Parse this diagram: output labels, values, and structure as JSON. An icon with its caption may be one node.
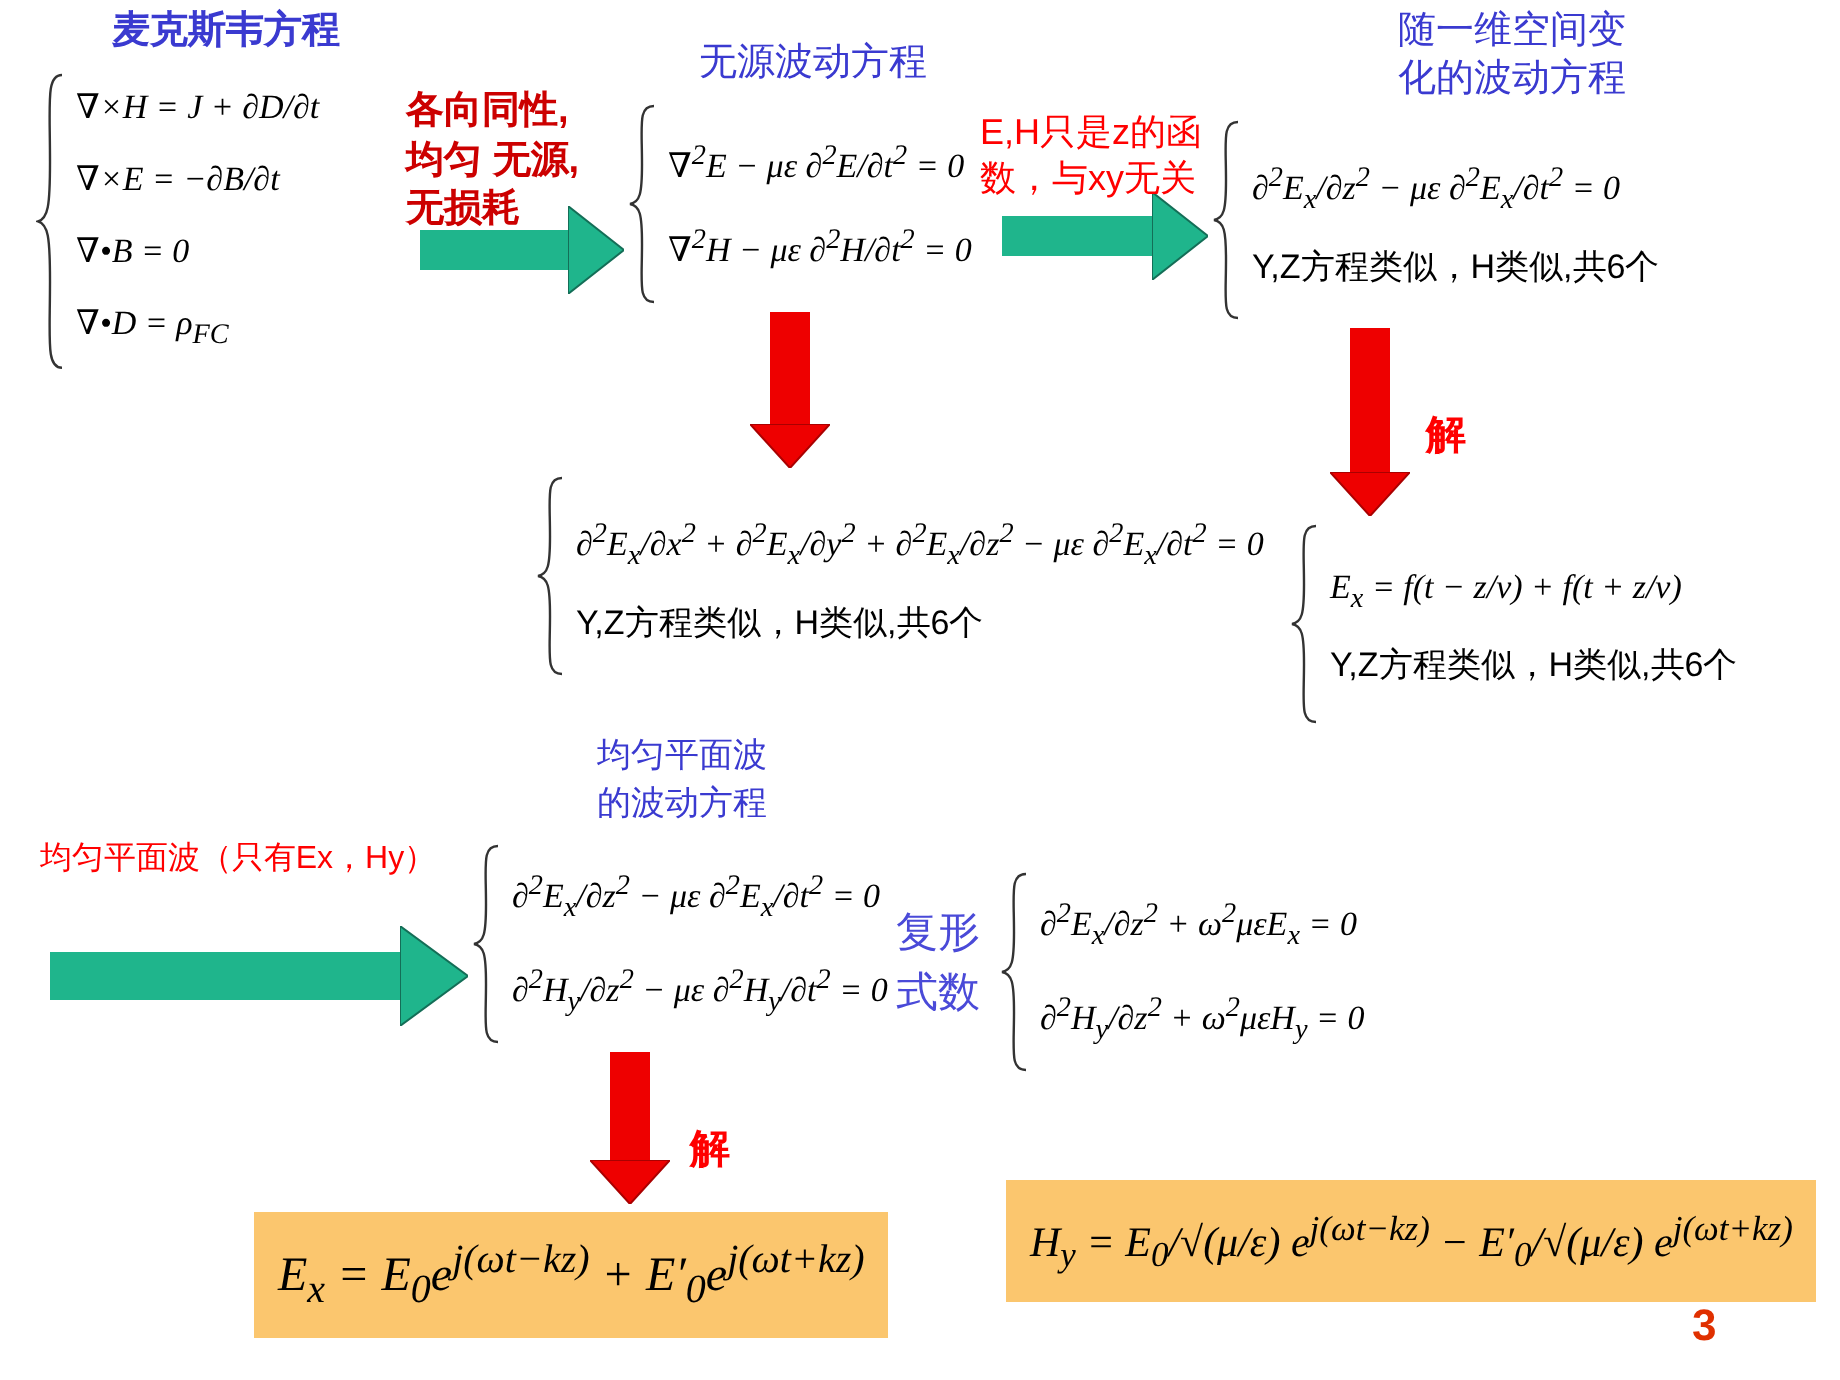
{
  "diagram": {
    "nodes": [
      {
        "text": [
          "麦克斯韦方程",
          "∇×H = J + ∂D/∂t",
          "∇×E = −∂B/∂t",
          "∇•B = 0",
          "∇•D = ρ$_{FC}$"
        ]
      },
      {
        "text": [
          "无源波动方程",
          "∇$^{2}$E − με ∂$^{2}$E/∂t$^{2}$ = 0",
          "∇$^{2}$H − με ∂$^{2}$H/∂t$^{2}$ = 0"
        ]
      },
      {
        "text": [
          "随一维空间变化的波动方程",
          "∂$^{2}$E$_{x}$/∂z$^{2}$ − με ∂$^{2}$E$_{x}$/∂t$^{2}$ = 0",
          "Y,Z方程类似，H类似,共6个"
        ]
      },
      {
        "text": [
          "∂$^{2}$E$_{x}$/∂x$^{2}$ + ∂$^{2}$E$_{x}$/∂y$^{2}$ + ∂$^{2}$E$_{x}$/∂z$^{2}$ − με ∂$^{2}$E$_{x}$/∂t$^{2}$ = 0",
          "Y,Z方程类似，H类似,共6个"
        ]
      },
      {
        "text": [
          "E$_{x}$ = f(t − z/v) + f(t + z/v)",
          "Y,Z方程类似，H类似,共6个"
        ]
      },
      {
        "text": [
          "均匀平面波的波动方程",
          "∂$^{2}$E$_{x}$/∂z$^{2}$ − με ∂$^{2}$E$_{x}$/∂t$^{2}$ = 0",
          "∂$^{2}$H$_{y}$/∂z$^{2}$ − με ∂$^{2}$H$_{y}$/∂t$^{2}$ = 0"
        ]
      },
      {
        "text": [
          "∂$^{2}$E$_{x}$/∂z$^{2}$ + ω$^{2}$μεE$_{x}$ = 0",
          "∂$^{2}$H$_{y}$/∂z$^{2}$ + ω$^{2}$μεH$_{y}$ = 0"
        ],
        "beside": [
          "复形式数"
        ]
      },
      {
        "text": [
          "E$_{x}$ = E$_{0}$e$^{j(ωt−kz)}$ + E′$_{0}$e$^{j(ωt+kz)}$"
        ]
      },
      {
        "text": [
          "H$_{y}$ = E$_{0}$/√(μ/ε) e$^{j(ωt−kz)}$ − E′$_{0}$/√(μ/ε) e$^{j(ωt+kz)}$"
        ]
      }
    ],
    "edges": [
      {
        "from": 0,
        "to": 1,
        "arrow": "to",
        "label": "各向同性,均匀 无源,无损耗"
      },
      {
        "from": 1,
        "to": 2,
        "arrow": "to",
        "label": "E,H只是z的函数，与xy无关"
      },
      {
        "from": 1,
        "to": 3,
        "arrow": "to",
        "color": "#ee0000"
      },
      {
        "from": 2,
        "to": 4,
        "arrow": "to",
        "label": "解",
        "color": "#ee0000"
      },
      {
        "from": null,
        "to": 5,
        "arrow": "to",
        "label": "均匀平面波（只有Ex，Hy）"
      },
      {
        "from": 5,
        "to": 7,
        "arrow": "to",
        "label": "解",
        "color": "#ee0000"
      }
    ],
    "labels": [
      "3"
    ]
  }
}
